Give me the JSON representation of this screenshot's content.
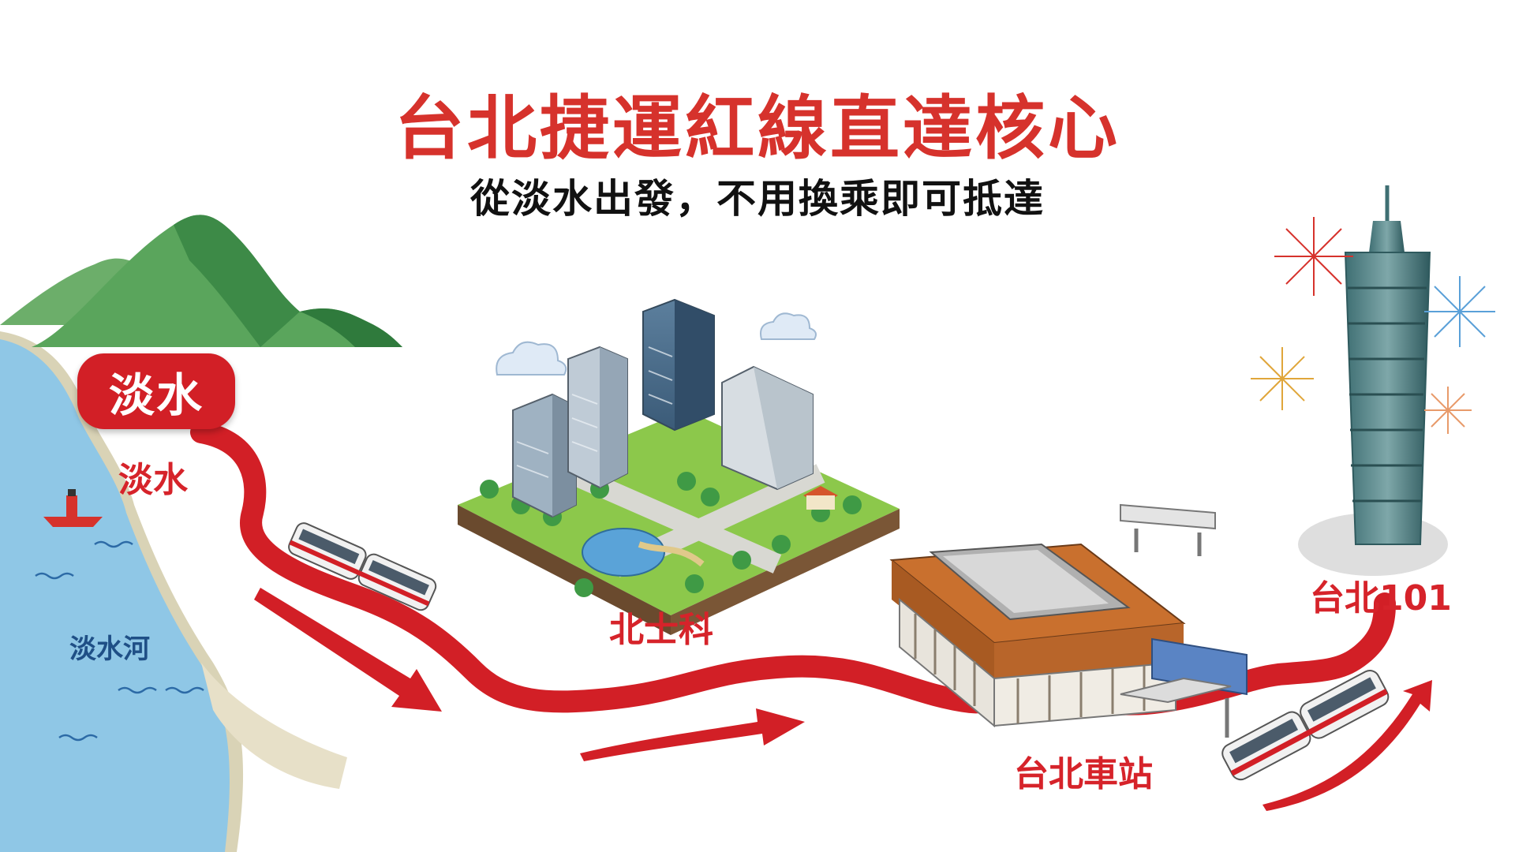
{
  "title": "台北捷運紅線直達核心",
  "subtitle": "從淡水出發，不用換乘即可抵達",
  "badge": "淡水",
  "labels": {
    "tamsui": "淡水",
    "river": "淡水河",
    "beitou": "北士科",
    "main_station": "台北車站",
    "taipei101": "台北101"
  },
  "colors": {
    "red_line": "#d21f26",
    "title_red": "#d6322c",
    "water": "#8fc7e6",
    "mountain": "#4f9d57",
    "grass": "#8cc84b",
    "roof": "#c9702e"
  }
}
